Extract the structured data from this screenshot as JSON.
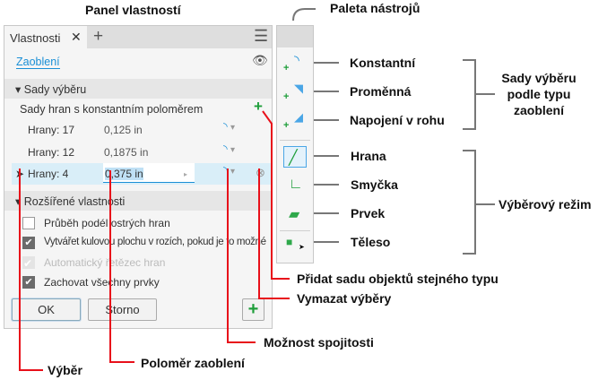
{
  "callouts": {
    "panel": "Panel vlastností",
    "palette": "Paleta nástrojů",
    "constant": "Konstantní",
    "variable": "Proměnná",
    "corner": "Napojení v rohu",
    "group_fillet": "Sady výběru podle typu zaoblení",
    "edge": "Hrana",
    "loop": "Smyčka",
    "feature": "Prvek",
    "solid": "Těleso",
    "group_mode": "Výběrový režim",
    "add_set": "Přidat sadu objektů stejného typu",
    "clear": "Vymazat výběry",
    "continuity": "Možnost spojitosti",
    "radius": "Poloměr zaoblení",
    "select": "Výběr"
  },
  "panel": {
    "tab": "Vlastnosti",
    "title": "Zaoblení",
    "sec1": "Sady výběru",
    "set_title": "Sady hran s konstantním poloměrem",
    "rows": [
      {
        "edges": "Hrany: 17",
        "radius": "0,125 in"
      },
      {
        "edges": "Hrany: 12",
        "radius": "0,1875 in"
      },
      {
        "edges": "Hrany: 4",
        "radius": "0,375 in"
      }
    ],
    "sec2": "Rozšířené vlastnosti",
    "options": [
      {
        "label": "Průběh podél ostrých hran",
        "checked": false
      },
      {
        "label": "Vytvářet kulovou plochu v rozích, pokud je to možné",
        "checked": true
      },
      {
        "label": "Automatický řetězec hran",
        "checked": true,
        "disabled": true
      },
      {
        "label": "Zachovat všechny prvky",
        "checked": true
      }
    ],
    "ok": "OK",
    "cancel": "Storno"
  },
  "colors": {
    "accent": "#1a8fd6",
    "callout": "#e8101a",
    "green": "#1e9e3a"
  }
}
